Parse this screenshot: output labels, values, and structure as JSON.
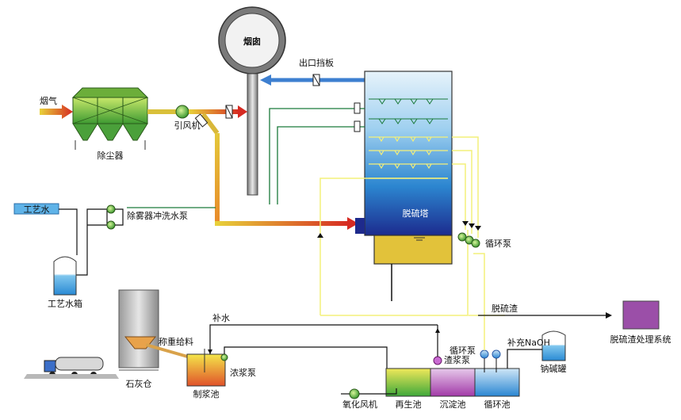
{
  "labels": {
    "chimney": "烟囱",
    "outlet_damper": "出口挡板",
    "flue_gas": "烟气",
    "dust_collector": "除尘器",
    "induced_fan": "引风机",
    "desulfurization_tower": "脱硫塔",
    "process_water": "工艺水",
    "demister_wash_pump": "除雾器冲洗水泵",
    "process_water_tank": "工艺水箱",
    "circulation_pump_main": "循环泵",
    "lime_silo": "石灰仓",
    "weighing_feeder": "称重给料",
    "makeup_water": "补水",
    "slurry_pump": "浓浆泵",
    "slurry_tank": "制浆池",
    "desulfurization_slag": "脱硫渣",
    "slag_system": "脱硫渣处理系统",
    "circulation_pump_pool": "循环泵",
    "slag_pump": "渣浆泵",
    "naoh_makeup": "补充NaOH",
    "caustic_tank": "钠碱罐",
    "oxidation_fan": "氧化风机",
    "regeneration_pool": "再生池",
    "sedimentation_pool": "沉淀池",
    "circulation_pool": "循环池"
  },
  "colors": {
    "tower_top": "#b9dcf5",
    "tower_mid": "#2f8fd6",
    "tower_bottom": "#1e2a8c",
    "tower_sump": "#e2c23a",
    "pipe_gas": "#d4a92a",
    "pipe_water": "#1a7a3a",
    "pipe_yellow": "#f4f07a",
    "arrow_red": "#d8262a",
    "arrow_blue": "#3d7fd0",
    "purple_box": "#9b4fa8"
  }
}
